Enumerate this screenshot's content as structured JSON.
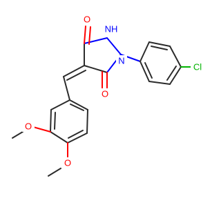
{
  "atoms": {
    "o_top": "O",
    "nh": "NH",
    "n1": "N",
    "o_bottom": "O",
    "cl": "Cl",
    "o_meta": "O",
    "o_para": "O"
  },
  "colors": {
    "carbon_bond": "#2b2b2b",
    "oxygen": "#ff0000",
    "nitrogen": "#0000ff",
    "chlorine": "#00b300",
    "background": "#ffffff"
  }
}
